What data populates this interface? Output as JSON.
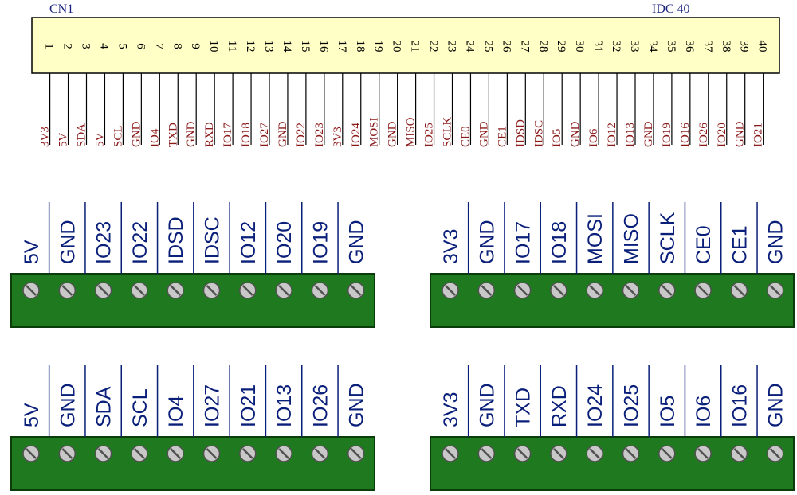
{
  "header": {
    "left_label": "CN1",
    "right_label": "IDC 40",
    "pin_numbers": [
      "1",
      "2",
      "3",
      "4",
      "5",
      "6",
      "7",
      "8",
      "9",
      "10",
      "11",
      "12",
      "13",
      "14",
      "15",
      "16",
      "17",
      "18",
      "19",
      "20",
      "21",
      "22",
      "23",
      "24",
      "25",
      "26",
      "27",
      "28",
      "29",
      "30",
      "31",
      "32",
      "33",
      "34",
      "35",
      "36",
      "37",
      "38",
      "39",
      "40"
    ],
    "signals": [
      "3V3",
      "5V",
      "SDA",
      "5V",
      "SCL",
      "GND",
      "IO4",
      "TXD",
      "GND",
      "RXD",
      "IO17",
      "IO18",
      "IO27",
      "GND",
      "IO22",
      "IO23",
      "3V3",
      "IO24",
      "MOSI",
      "GND",
      "MISO",
      "IO25",
      "SCLK",
      "CE0",
      "GND",
      "CE1",
      "IDSD",
      "IDSC",
      "IO5",
      "GND",
      "IO6",
      "IO12",
      "IO13",
      "GND",
      "IO19",
      "IO16",
      "IO26",
      "IO20",
      "GND",
      "IO21"
    ]
  },
  "terminal_blocks": [
    {
      "id": "top-left",
      "labels": [
        "5V",
        "GND",
        "IO23",
        "IO22",
        "IDSD",
        "IDSC",
        "IO12",
        "IO20",
        "IO19",
        "GND"
      ]
    },
    {
      "id": "top-right",
      "labels": [
        "3V3",
        "GND",
        "IO17",
        "IO18",
        "MOSI",
        "MISO",
        "SCLK",
        "CE0",
        "CE1",
        "GND"
      ]
    },
    {
      "id": "bottom-left",
      "labels": [
        "5V",
        "GND",
        "SDA",
        "SCL",
        "IO4",
        "IO27",
        "IO21",
        "IO13",
        "IO26",
        "GND"
      ]
    },
    {
      "id": "bottom-right",
      "labels": [
        "3V3",
        "GND",
        "TXD",
        "RXD",
        "IO24",
        "IO25",
        "IO5",
        "IO6",
        "IO16",
        "GND"
      ]
    }
  ],
  "colors": {
    "header_fill": "#ffffc6",
    "header_stroke": "#000000",
    "signal_text": "#8b1a1a",
    "label_text": "#0a1f7a",
    "block_fill": "#1f7a1f",
    "block_stroke": "#0b3d0b",
    "screw_fill": "#c8c8c8",
    "wire": "#0a1f7a"
  }
}
